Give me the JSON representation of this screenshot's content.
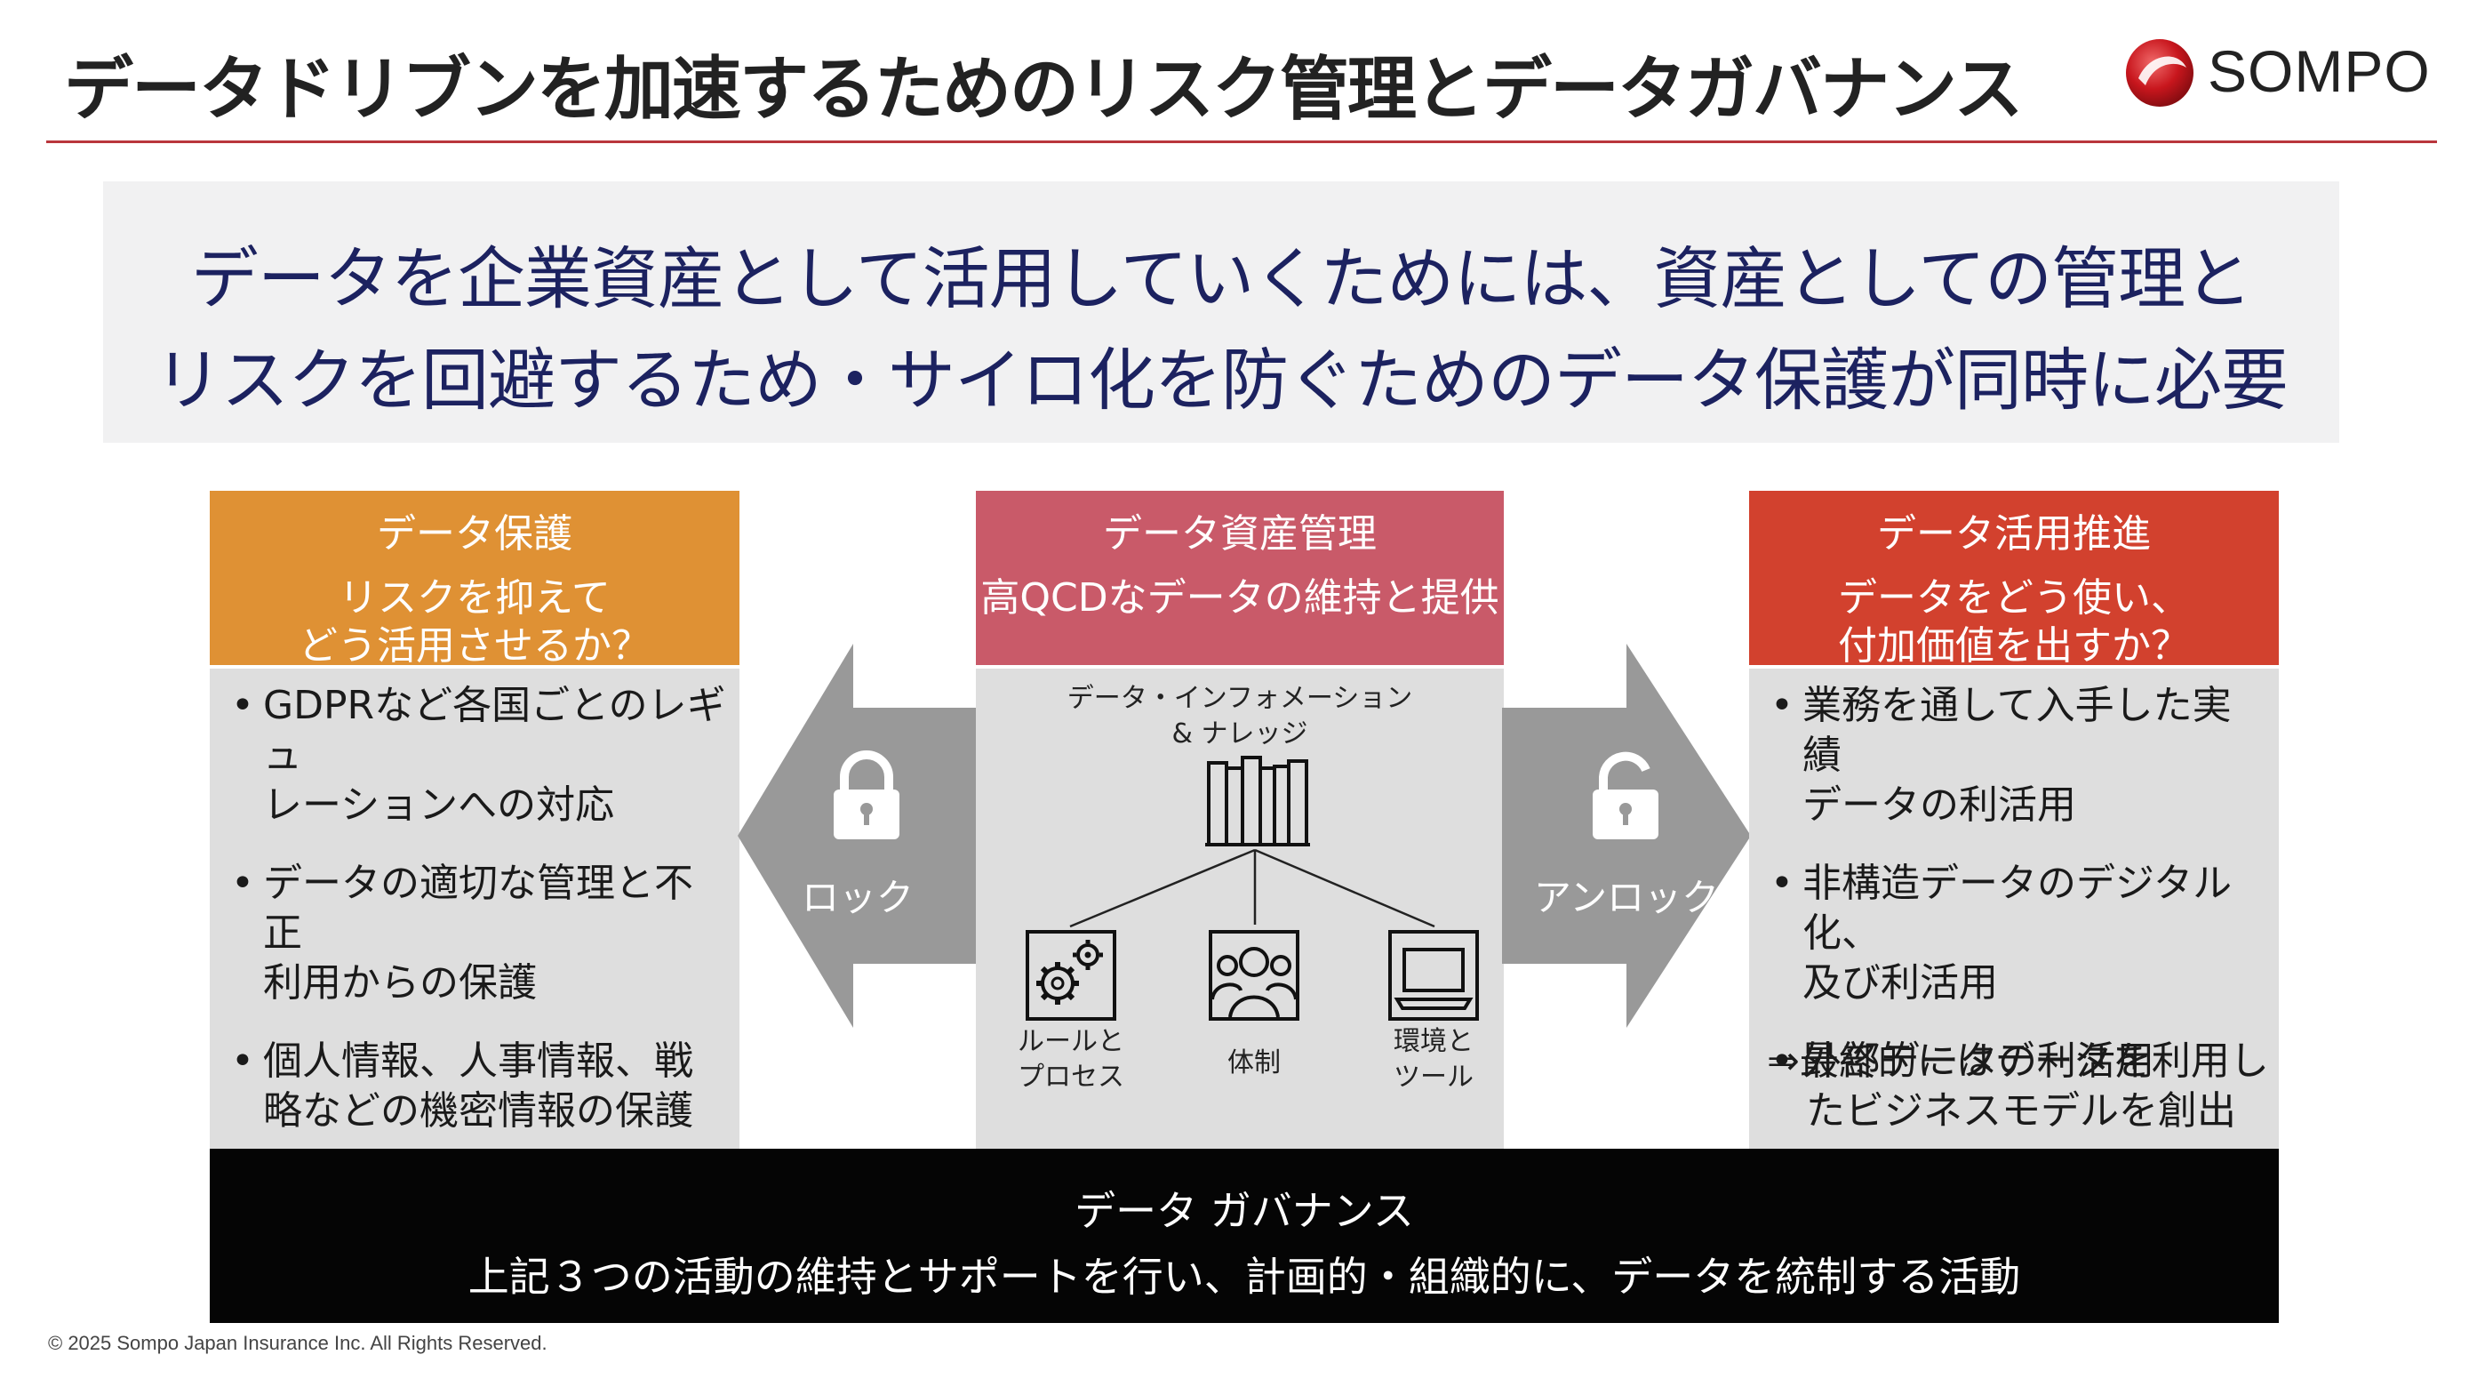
{
  "header": {
    "title": "データドリブンを加速するためのリスク管理とデータガバナンス",
    "logo_text": "SOMPO",
    "logo_icon": "sompo-logo-icon",
    "accent_color": "#b9363c"
  },
  "banner": {
    "line1": "データを企業資産として活用していくためには、資産としての管理と",
    "line2": "リスクを回避するため・サイロ化を防ぐためのデータ保護が同時に必要",
    "text_color": "#1c2260"
  },
  "protection": {
    "title": "データ保護",
    "subtitle_line1": "リスクを抑えて",
    "subtitle_line2": "どう活用させるか？",
    "color": "#df9134",
    "bullets": [
      {
        "line1": "GDPRなど各国ごとのレギュ",
        "line2": "レーションへの対応"
      },
      {
        "line1": "データの適切な管理と不正",
        "line2": "利用からの保護"
      },
      {
        "line1": "個人情報、人事情報、戦",
        "line2": "略などの機密情報の保護"
      }
    ]
  },
  "asset": {
    "title": "データ資産管理",
    "subtitle": "高QCDなデータの維持と提供",
    "color": "#c95a69",
    "di_line1": "データ・インフォメーション",
    "di_line2": "& ナレッジ",
    "items": [
      {
        "line1": "ルールと",
        "line2": "プロセス",
        "icon": "gears-icon"
      },
      {
        "line1": "体制",
        "line2": "",
        "icon": "people-icon"
      },
      {
        "line1": "環境と",
        "line2": "ツール",
        "icon": "laptop-icon"
      }
    ]
  },
  "utilization": {
    "title": "データ活用推進",
    "subtitle_line1": "データをどう使い、",
    "subtitle_line2": "付加価値を出すか？",
    "color": "#d2412e",
    "bullets": [
      {
        "line1": "業務を通して入手した実績",
        "line2": "データの利活用"
      },
      {
        "line1": "非構造データのデジタル化、",
        "line2": "及び利活用"
      },
      {
        "line1": "外部データの利活用",
        "line2": ""
      }
    ],
    "conclusion_line1": "⇒最終的にはデータを利用し",
    "conclusion_line2": "たビジネスモデルを創出"
  },
  "arrows": {
    "lock_label": "ロック",
    "unlock_label": "アンロック",
    "color": "#999999"
  },
  "bullet_glyph": "•",
  "governance": {
    "line1": "データ ガバナンス",
    "line2": "上記３つの活動の維持とサポートを行い、計画的・組織的に、データを統制する活動"
  },
  "footer": {
    "copyright": "© 2025 Sompo Japan Insurance Inc. All Rights Reserved."
  }
}
